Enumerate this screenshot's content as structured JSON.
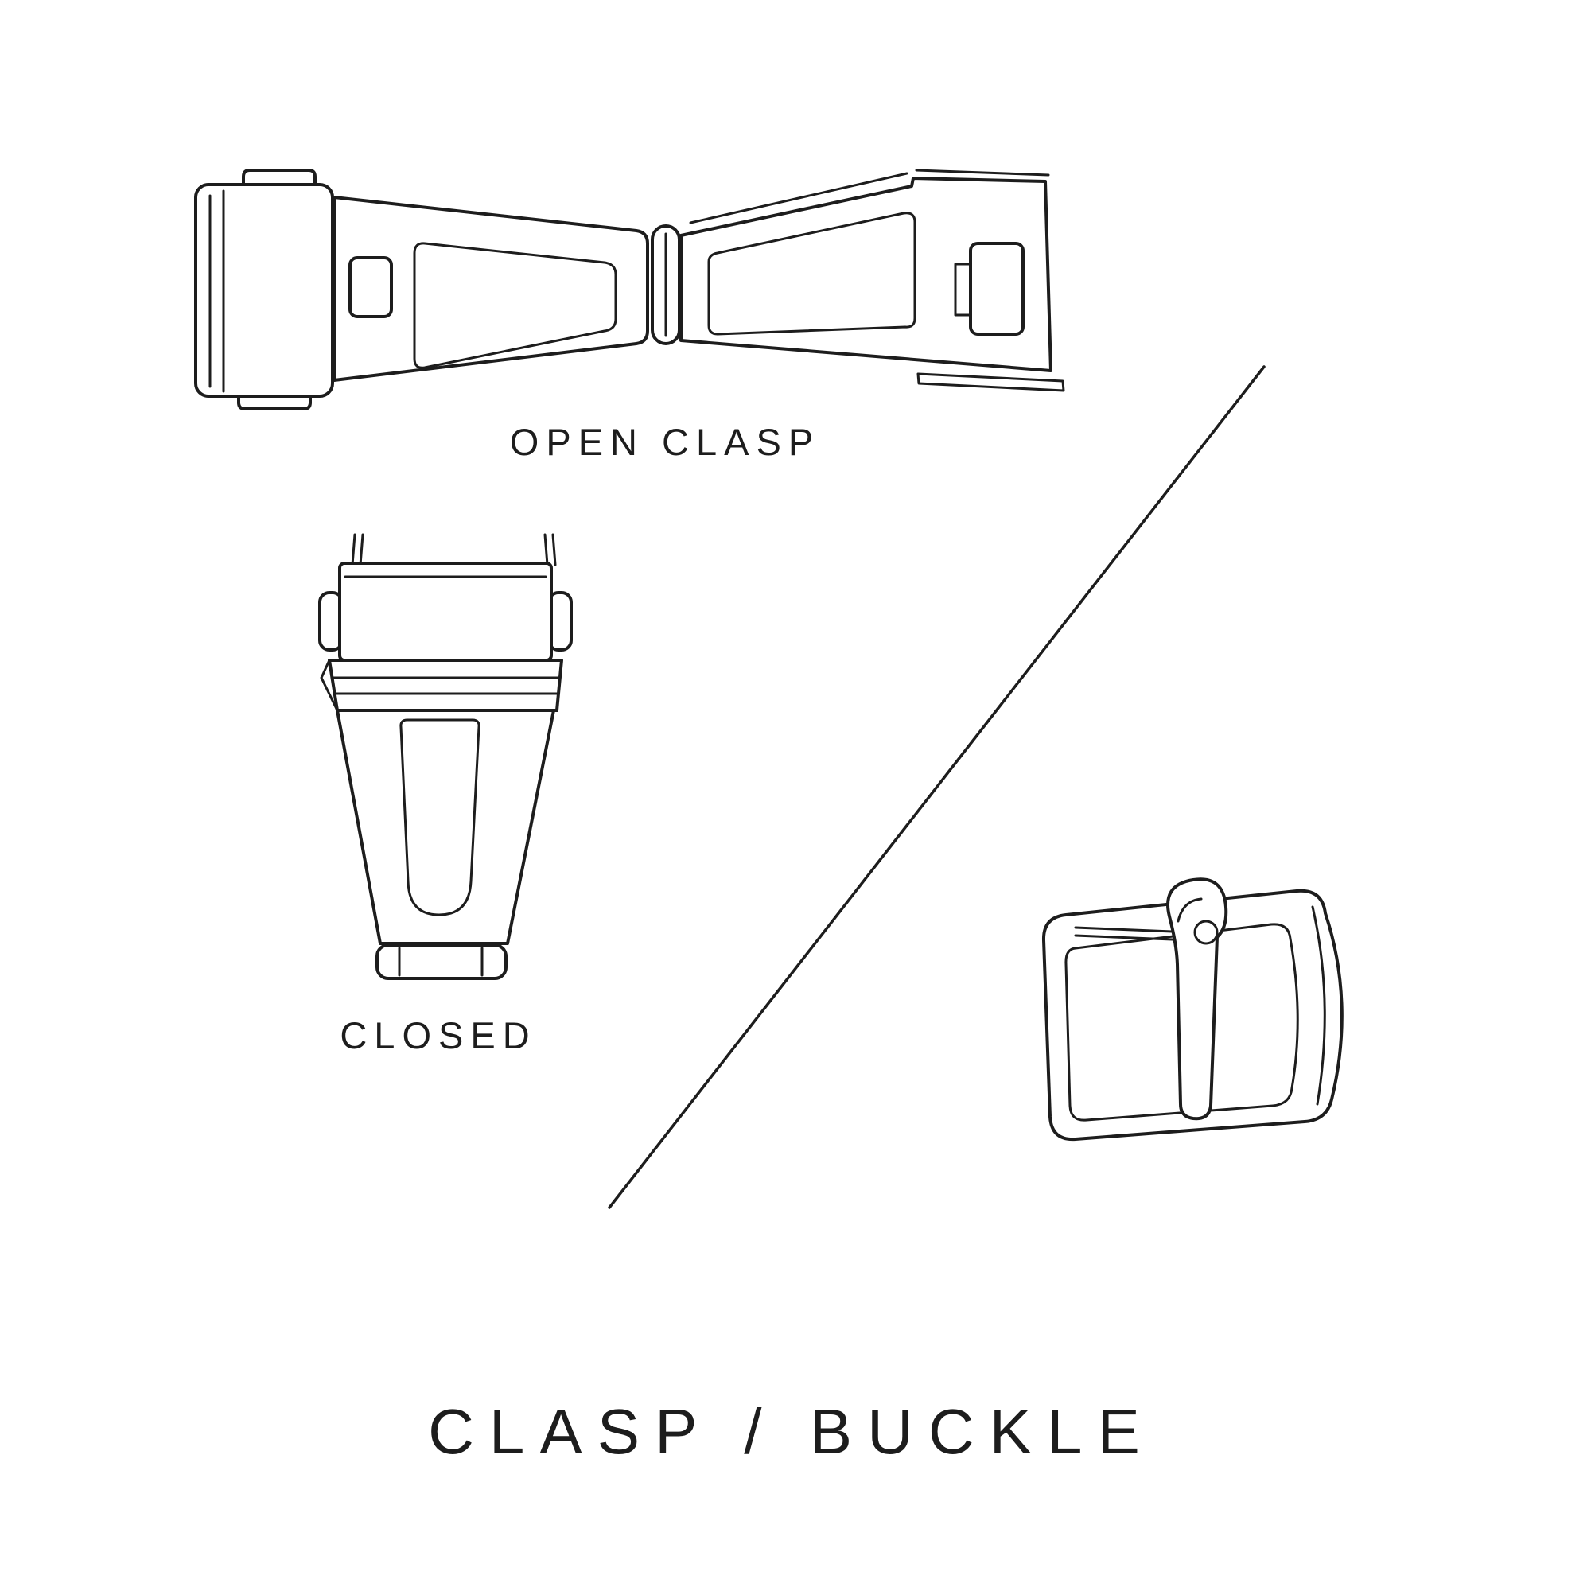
{
  "page": {
    "background_color": "#ffffff",
    "ink_color": "#1d1d1d",
    "title": "CLASP / BUCKLE"
  },
  "figures": {
    "open_clasp": {
      "label": "OPEN CLASP",
      "icon": "open-clasp-illustration"
    },
    "closed_clasp": {
      "label": "CLOSED",
      "icon": "closed-clasp-illustration"
    },
    "pin_buckle": {
      "icon": "pin-buckle-illustration"
    }
  },
  "divider": {
    "icon": "diagonal-divider-line"
  }
}
